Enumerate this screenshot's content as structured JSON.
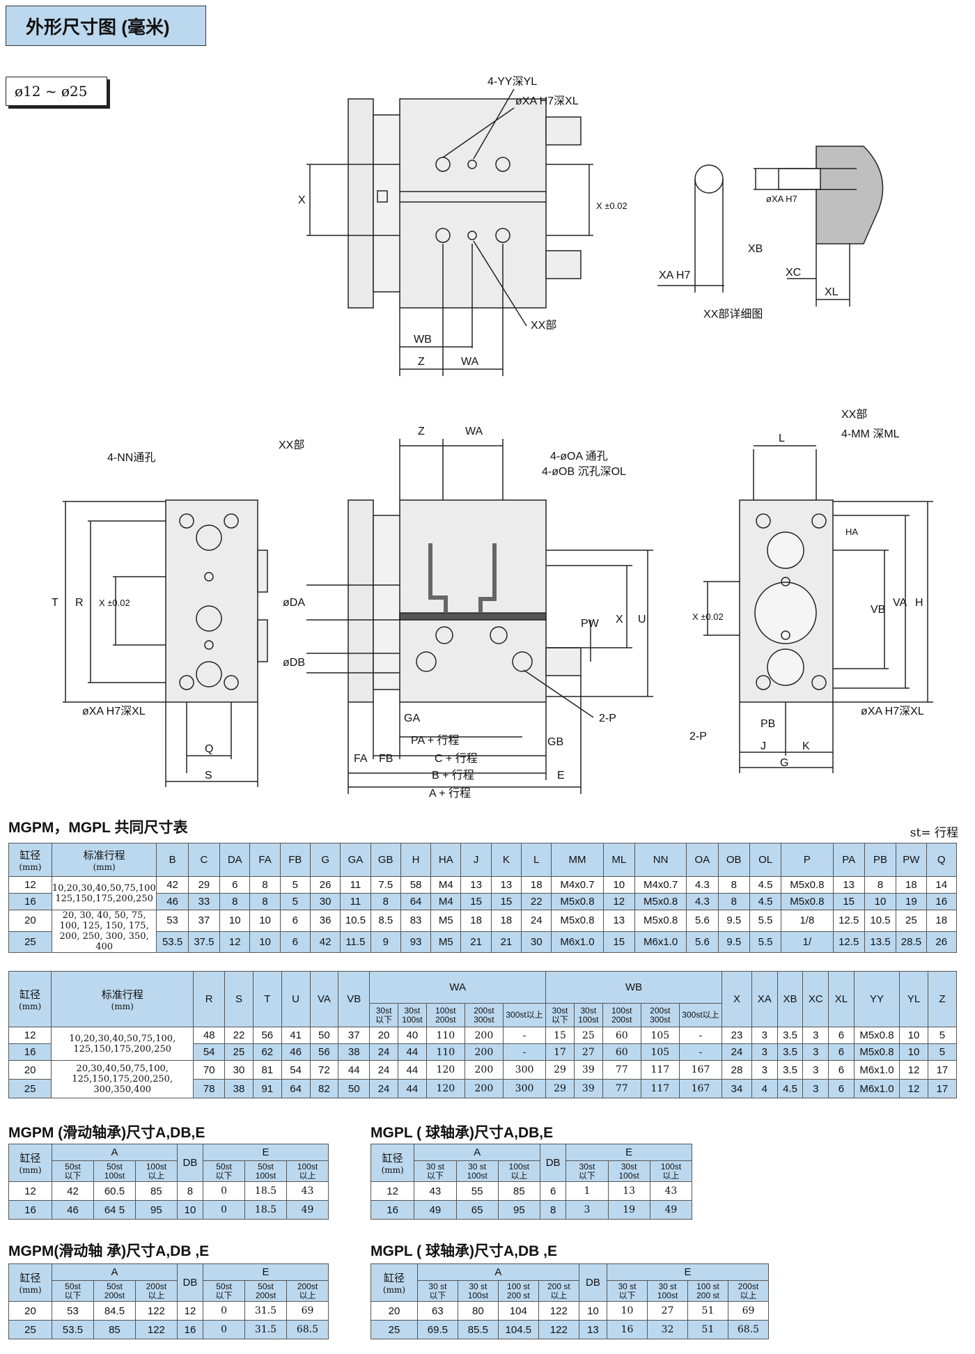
{
  "header": {
    "title": "外形尺寸图 (毫米)",
    "range": "ø12 ~ ø25"
  },
  "drawing": {
    "top_labels": [
      "4-YY深YL",
      "øXA H7深XL",
      "X",
      "X ±0.02",
      "XX部",
      "WB",
      "Z",
      "WA"
    ],
    "detail_labels": [
      "øXA H7",
      "XB",
      "XA H7",
      "XC",
      "XL",
      "XX部详细图"
    ],
    "left_labels": [
      "4-NN通孔",
      "XX部",
      "T",
      "R",
      "X ±0.02",
      "øXA H7深XL",
      "Q",
      "S"
    ],
    "center_labels": [
      "Z",
      "WA",
      "4-øOA 通孔",
      "4-øOB 沉孔深OL",
      "øDA",
      "øDB",
      "X",
      "U",
      "PW",
      "GA",
      "PA + 行程",
      "C + 行程",
      "B + 行程",
      "A + 行程",
      "FA",
      "FB",
      "GB",
      "E",
      "2-P"
    ],
    "right_labels": [
      "XX部",
      "4-MM 深ML",
      "L",
      "HA",
      "X ±0.02",
      "VB",
      "VA",
      "H",
      "PB",
      "2-P",
      "J",
      "K",
      "G",
      "øXA H7深XL"
    ]
  },
  "table1": {
    "title": "MGPM，MGPL 共同尺寸表",
    "note": "st= 行程",
    "h_bore": "缸径",
    "h_bore_unit": "(mm)",
    "h_stroke": "标准行程",
    "h_stroke_unit": "(mm)",
    "cols": [
      "B",
      "C",
      "DA",
      "FA",
      "FB",
      "G",
      "GA",
      "GB",
      "H",
      "HA",
      "J",
      "K",
      "L",
      "MM",
      "ML",
      "NN",
      "OA",
      "OB",
      "OL",
      "P",
      "PA",
      "PB",
      "PW",
      "Q"
    ],
    "strokes": [
      "10,20,30,40,50,75,100, 125,150,175,200,250",
      "20, 30, 40, 50, 75, 100, 125, 150, 175, 200, 250, 300, 350, 400"
    ],
    "rows": [
      {
        "bore": "12",
        "vals": [
          "42",
          "29",
          "6",
          "8",
          "5",
          "26",
          "11",
          "7.5",
          "58",
          "M4",
          "13",
          "13",
          "18",
          "M4x0.7",
          "10",
          "M4x0.7",
          "4.3",
          "8",
          "4.5",
          "M5x0.8",
          "13",
          "8",
          "18",
          "14"
        ]
      },
      {
        "bore": "16",
        "vals": [
          "46",
          "33",
          "8",
          "8",
          "5",
          "30",
          "11",
          "8",
          "64",
          "M4",
          "15",
          "15",
          "22",
          "M5x0.8",
          "12",
          "M5x0.8",
          "4.3",
          "8",
          "4.5",
          "M5x0.8",
          "15",
          "10",
          "19",
          "16"
        ]
      },
      {
        "bore": "20",
        "vals": [
          "53",
          "37",
          "10",
          "10",
          "6",
          "36",
          "10.5",
          "8.5",
          "83",
          "M5",
          "18",
          "18",
          "24",
          "M5x0.8",
          "13",
          "M5x0.8",
          "5.6",
          "9.5",
          "5.5",
          "1/8",
          "12.5",
          "10.5",
          "25",
          "18"
        ]
      },
      {
        "bore": "25",
        "vals": [
          "53.5",
          "37.5",
          "12",
          "10",
          "6",
          "42",
          "11.5",
          "9",
          "93",
          "M5",
          "21",
          "21",
          "30",
          "M6x1.0",
          "15",
          "M6x1.0",
          "5.6",
          "9.5",
          "5.5",
          "1/",
          "12.5",
          "13.5",
          "28.5",
          "26"
        ]
      }
    ]
  },
  "table2": {
    "cols_a": [
      "R",
      "S",
      "T",
      "U",
      "VA",
      "VB"
    ],
    "wa": "WA",
    "wb": "WB",
    "sub": [
      [
        "30st",
        "以下"
      ],
      [
        "30st",
        "100st"
      ],
      [
        "100st",
        "200st"
      ],
      [
        "200st",
        "300st"
      ],
      [
        "300st以上",
        ""
      ]
    ],
    "sub_wb": [
      [
        "30st",
        "以下"
      ],
      [
        "30st",
        "100st"
      ],
      [
        "100st",
        "200st"
      ],
      [
        "200st",
        "300st"
      ],
      [
        "300st以上",
        ""
      ]
    ],
    "cols_b": [
      "X",
      "XA",
      "XB",
      "XC",
      "XL",
      "YY",
      "YL",
      "Z"
    ],
    "strokes": [
      "10,20,30,40,50,75,100, 125,150,175,200,250",
      "20,30,40,50,75,100, 125,150,175,200,250, 300,350,400"
    ],
    "rows": [
      {
        "bore": "12",
        "a": [
          "48",
          "22",
          "56",
          "41",
          "50",
          "37"
        ],
        "wa": [
          "20",
          "40",
          "110",
          "200",
          "-"
        ],
        "wb": [
          "15",
          "25",
          "60",
          "105",
          "-"
        ],
        "b": [
          "23",
          "3",
          "3.5",
          "3",
          "6",
          "M5x0.8",
          "10",
          "5"
        ]
      },
      {
        "bore": "16",
        "a": [
          "54",
          "25",
          "62",
          "46",
          "56",
          "38"
        ],
        "wa": [
          "24",
          "44",
          "110",
          "200",
          "-"
        ],
        "wb": [
          "17",
          "27",
          "60",
          "105",
          "-"
        ],
        "b": [
          "24",
          "3",
          "3.5",
          "3",
          "6",
          "M5x0.8",
          "10",
          "5"
        ]
      },
      {
        "bore": "20",
        "a": [
          "70",
          "30",
          "81",
          "54",
          "72",
          "44"
        ],
        "wa": [
          "24",
          "44",
          "120",
          "200",
          "300"
        ],
        "wb": [
          "29",
          "39",
          "77",
          "117",
          "167"
        ],
        "b": [
          "28",
          "3",
          "3.5",
          "3",
          "6",
          "M6x1.0",
          "12",
          "17"
        ]
      },
      {
        "bore": "25",
        "a": [
          "78",
          "38",
          "91",
          "64",
          "82",
          "50"
        ],
        "wa": [
          "24",
          "44",
          "120",
          "200",
          "300"
        ],
        "wb": [
          "29",
          "39",
          "77",
          "117",
          "167"
        ],
        "b": [
          "34",
          "4",
          "4.5",
          "3",
          "6",
          "M6x1.0",
          "12",
          "17"
        ]
      }
    ]
  },
  "small_tables": [
    {
      "title_bold": "MGPM (滑动轴承)尺寸A,DB,E",
      "a_label": "A",
      "db_label": "DB",
      "e_label": "E",
      "sub": [
        [
          "50st",
          "以下"
        ],
        [
          "50st",
          "100st"
        ],
        [
          "100st",
          "以上"
        ]
      ],
      "sub_e": [
        [
          "50st",
          "以下"
        ],
        [
          "50st",
          "100st"
        ],
        [
          "100st",
          "以上"
        ]
      ],
      "rows": [
        {
          "bore": "12",
          "a": [
            "42",
            "60.5",
            "85"
          ],
          "db": "8",
          "e": [
            "0",
            "18.5",
            "43"
          ]
        },
        {
          "bore": "16",
          "a": [
            "46",
            "64 5",
            "95"
          ],
          "db": "10",
          "e": [
            "0",
            "18.5",
            "49"
          ]
        }
      ]
    },
    {
      "title_bold": "MGPL ( 球轴承)尺寸A,DB,E",
      "a_label": "A",
      "db_label": "DB",
      "e_label": "E",
      "sub": [
        [
          "30 st",
          "以下"
        ],
        [
          "30 st",
          "100st"
        ],
        [
          "100st",
          "以上"
        ]
      ],
      "sub_e": [
        [
          "30st",
          "以下"
        ],
        [
          "30st",
          "100st"
        ],
        [
          "100st",
          "以上"
        ]
      ],
      "rows": [
        {
          "bore": "12",
          "a": [
            "43",
            "55",
            "85"
          ],
          "db": "6",
          "e": [
            "1",
            "13",
            "43"
          ]
        },
        {
          "bore": "16",
          "a": [
            "49",
            "65",
            "95"
          ],
          "db": "8",
          "e": [
            "3",
            "19",
            "49"
          ]
        }
      ]
    },
    {
      "title_bold": "MGPM(滑动轴 承)尺寸A,DB ,E",
      "a_label": "A",
      "db_label": "DB",
      "e_label": "E",
      "sub": [
        [
          "50st",
          "以下"
        ],
        [
          "50st",
          "200st"
        ],
        [
          "200st",
          "以上"
        ]
      ],
      "sub_e": [
        [
          "50st",
          "以下"
        ],
        [
          "50st",
          "200st"
        ],
        [
          "200st",
          "以上"
        ]
      ],
      "rows": [
        {
          "bore": "20",
          "a": [
            "53",
            "84.5",
            "122"
          ],
          "db": "12",
          "e": [
            "0",
            "31.5",
            "69"
          ]
        },
        {
          "bore": "25",
          "a": [
            "53.5",
            "85",
            "122"
          ],
          "db": "16",
          "e": [
            "0",
            "31.5",
            "68.5"
          ]
        }
      ]
    },
    {
      "title_bold": "MGPL ( 球轴承)尺寸A,DB ,E",
      "a_label": "A",
      "db_label": "DB",
      "e_label": "E",
      "sub": [
        [
          "30 st",
          "以下"
        ],
        [
          "30 st",
          "100st"
        ],
        [
          "100 st",
          "200 st"
        ],
        [
          "200 st",
          "以上"
        ]
      ],
      "sub_e": [
        [
          "30 st",
          "以下"
        ],
        [
          "30 st",
          "100st"
        ],
        [
          "100 st",
          "200 st"
        ],
        [
          "200st",
          "以上"
        ]
      ],
      "rows": [
        {
          "bore": "20",
          "a": [
            "63",
            "80",
            "104",
            "122"
          ],
          "db": "10",
          "e": [
            "10",
            "27",
            "51",
            "69"
          ]
        },
        {
          "bore": "25",
          "a": [
            "69.5",
            "85.5",
            "104.5",
            "122"
          ],
          "db": "13",
          "e": [
            "16",
            "32",
            "51",
            "68.5"
          ]
        }
      ]
    }
  ]
}
